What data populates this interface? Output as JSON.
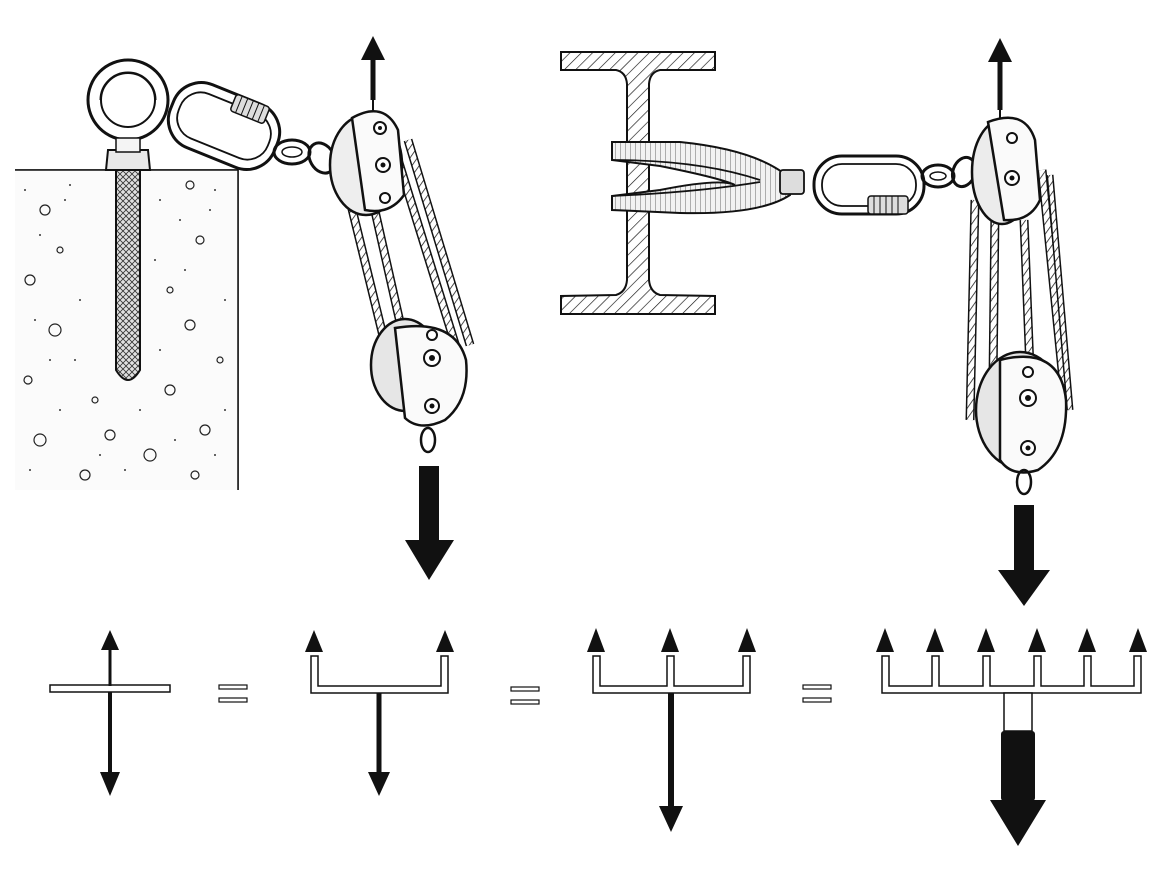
{
  "figure": {
    "panels": [
      {
        "name": "concrete-anchor-rigging",
        "components": [
          "eye-bolt",
          "screw-lock-carabiner",
          "chain-link",
          "fixed-block",
          "moving-block",
          "rope",
          "load-arrow",
          "anchor-arrow"
        ]
      },
      {
        "name": "i-beam-sling-rigging",
        "components": [
          "i-beam",
          "webbing-sling",
          "screw-lock-carabiner",
          "chain-link",
          "fixed-block",
          "moving-block",
          "rope",
          "load-arrow",
          "anchor-arrow"
        ]
      }
    ],
    "force_equations": {
      "symbol": "=",
      "terms": [
        {
          "up_arrows": 1,
          "down_arrows": 1
        },
        {
          "up_arrows": 2,
          "down_arrows": 1
        },
        {
          "up_arrows": 3,
          "down_arrows": 1
        },
        {
          "up_arrows": 6,
          "down_arrows": 1
        }
      ]
    },
    "colors": {
      "ink": "#111111",
      "fill_light": "#f4f4f4",
      "fill_mid": "#d8d8d8",
      "concrete": "#fafafa",
      "background": "#ffffff"
    }
  }
}
